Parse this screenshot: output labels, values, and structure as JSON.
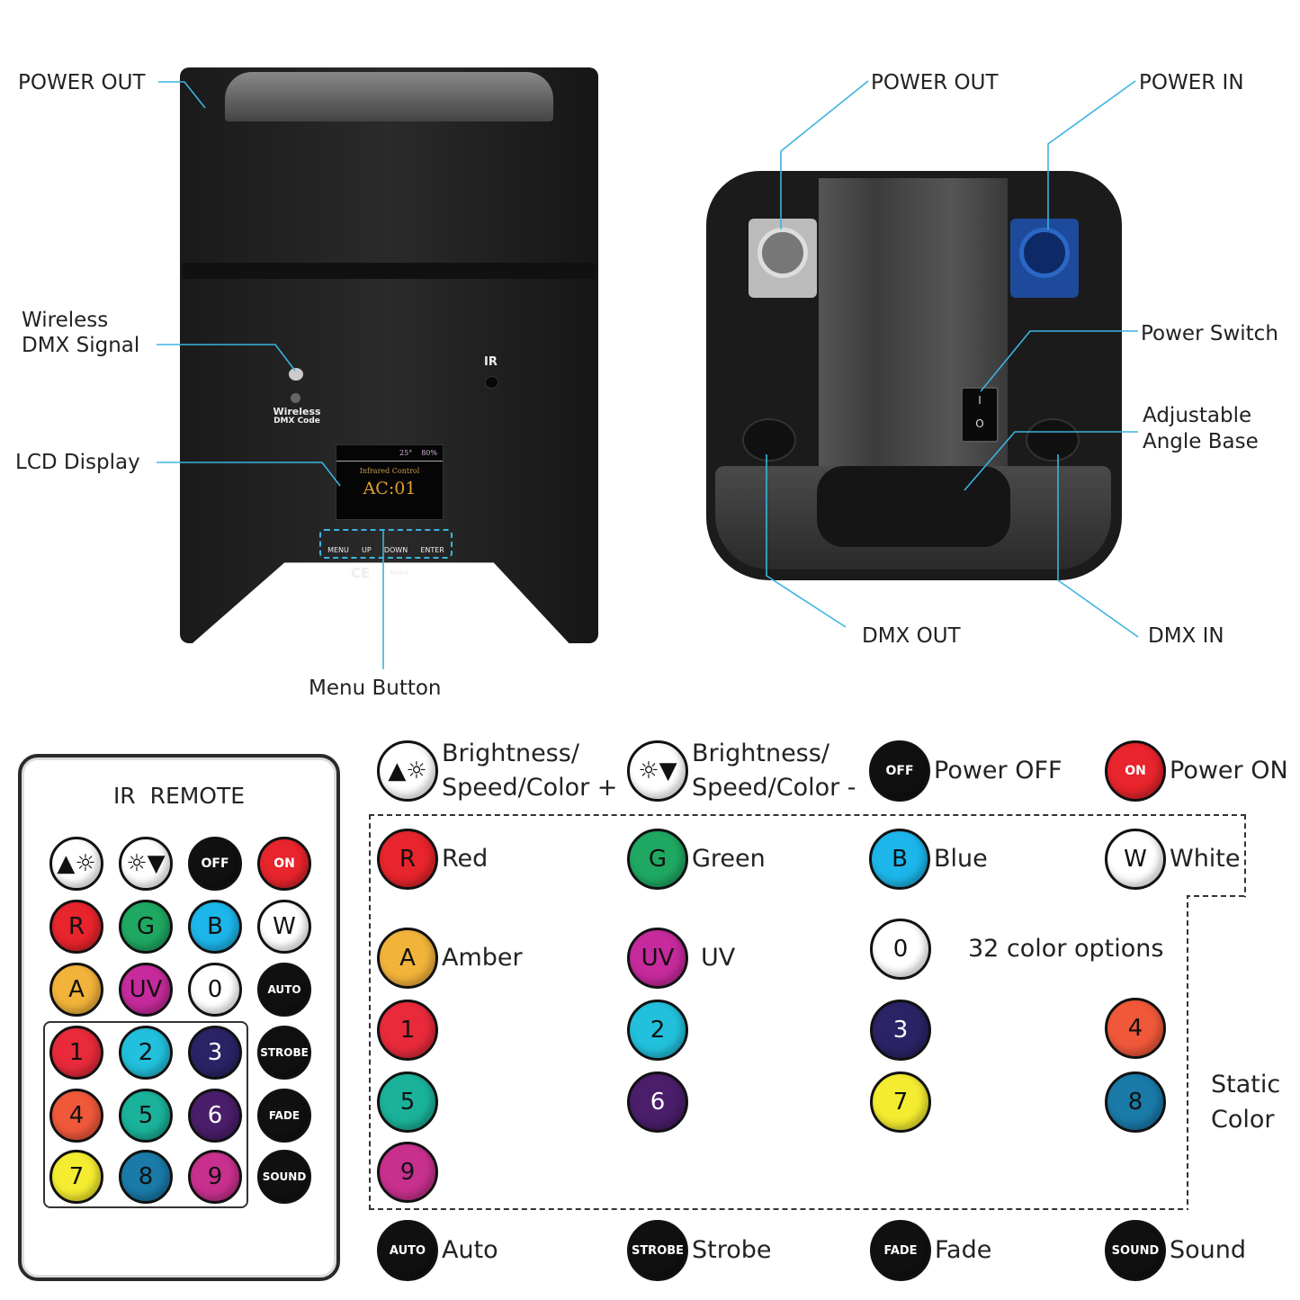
{
  "front_unit": {
    "labels": {
      "power_out": "POWER OUT",
      "wireless_dmx_signal_1": "Wireless",
      "wireless_dmx_signal_2": "DMX Signal",
      "lcd_display": "LCD Display",
      "menu_button": "Menu Button"
    },
    "wireless_code_1": "Wireless",
    "wireless_code_2": "DMX Code",
    "ir": "IR",
    "lcd": {
      "angle": "25°",
      "battery": "80%",
      "mode": "Infrared Control",
      "value": "AC:01"
    },
    "buttons": [
      "MENU",
      "UP",
      "DOWN",
      "ENTER"
    ],
    "certs": [
      "CE",
      "RoHS"
    ]
  },
  "bottom_unit": {
    "labels": {
      "power_out": "POWER OUT",
      "power_in": "POWER IN",
      "power_switch": "Power Switch",
      "angle_base_1": "Adjustable",
      "angle_base_2": "Angle Base",
      "dmx_out": "DMX OUT",
      "dmx_in": "DMX IN"
    }
  },
  "remote": {
    "title": "IR  REMOTE",
    "buttons": [
      {
        "key": "up",
        "text": "▲☼",
        "bg": "#ffffff"
      },
      {
        "key": "down",
        "text": "☼▼",
        "bg": "#ffffff"
      },
      {
        "key": "off",
        "text": "OFF",
        "bg": "#111111"
      },
      {
        "key": "on",
        "text": "ON",
        "bg": "#e8242c"
      },
      {
        "key": "r",
        "text": "R",
        "bg": "#e8242c"
      },
      {
        "key": "g",
        "text": "G",
        "bg": "#1fa862"
      },
      {
        "key": "b",
        "text": "B",
        "bg": "#1cb6ea"
      },
      {
        "key": "w",
        "text": "W",
        "bg": "#ffffff"
      },
      {
        "key": "a",
        "text": "A",
        "bg": "#f2b33a"
      },
      {
        "key": "uv",
        "text": "UV",
        "bg": "#c62a9c"
      },
      {
        "key": "0",
        "text": "0",
        "bg": "#ffffff"
      },
      {
        "key": "auto",
        "text": "AUTO",
        "bg": "#111111"
      },
      {
        "key": "1",
        "text": "1",
        "bg": "#e82a3a"
      },
      {
        "key": "2",
        "text": "2",
        "bg": "#22c0dc"
      },
      {
        "key": "3",
        "text": "3",
        "bg": "#2a2466"
      },
      {
        "key": "strobe",
        "text": "STROBE",
        "bg": "#111111"
      },
      {
        "key": "4",
        "text": "4",
        "bg": "#f0583a"
      },
      {
        "key": "5",
        "text": "5",
        "bg": "#1ab29a"
      },
      {
        "key": "6",
        "text": "6",
        "bg": "#4a1e6a"
      },
      {
        "key": "fade",
        "text": "FADE",
        "bg": "#111111"
      },
      {
        "key": "7",
        "text": "7",
        "bg": "#f4ec30"
      },
      {
        "key": "8",
        "text": "8",
        "bg": "#1a7aa8"
      },
      {
        "key": "9",
        "text": "9",
        "bg": "#c8308e"
      },
      {
        "key": "sound",
        "text": "SOUND",
        "bg": "#111111"
      }
    ]
  },
  "legend": [
    {
      "key": "up",
      "text": "▲☼",
      "bg": "#ffffff",
      "label": "Brightness/\nSpeed/Color +"
    },
    {
      "key": "down",
      "text": "☼▼",
      "bg": "#ffffff",
      "label": "Brightness/\nSpeed/Color -"
    },
    {
      "key": "off",
      "text": "OFF",
      "bg": "#111111",
      "label": "Power OFF"
    },
    {
      "key": "on",
      "text": "ON",
      "bg": "#e8242c",
      "label": "Power ON"
    },
    {
      "key": "r",
      "text": "R",
      "bg": "#e8242c",
      "label": "Red"
    },
    {
      "key": "g",
      "text": "G",
      "bg": "#1fa862",
      "label": "Green"
    },
    {
      "key": "b",
      "text": "B",
      "bg": "#1cb6ea",
      "label": "Blue"
    },
    {
      "key": "w",
      "text": "W",
      "bg": "#ffffff",
      "label": "White"
    },
    {
      "key": "a",
      "text": "A",
      "bg": "#f2b33a",
      "label": "Amber"
    },
    {
      "key": "uv",
      "text": "UV",
      "bg": "#c62a9c",
      "label": "UV"
    },
    {
      "key": "0",
      "text": "0",
      "bg": "#ffffff",
      "label": "32 color options"
    },
    {
      "key": "1",
      "text": "1",
      "bg": "#e82a3a",
      "label": ""
    },
    {
      "key": "2",
      "text": "2",
      "bg": "#22c0dc",
      "label": ""
    },
    {
      "key": "3",
      "text": "3",
      "bg": "#2a2466",
      "label": ""
    },
    {
      "key": "4",
      "text": "4",
      "bg": "#f0583a",
      "label": ""
    },
    {
      "key": "5",
      "text": "5",
      "bg": "#1ab29a",
      "label": ""
    },
    {
      "key": "6",
      "text": "6",
      "bg": "#4a1e6a",
      "label": ""
    },
    {
      "key": "7",
      "text": "7",
      "bg": "#f4ec30",
      "label": ""
    },
    {
      "key": "8",
      "text": "8",
      "bg": "#1a7aa8",
      "label": ""
    },
    {
      "key": "9",
      "text": "9",
      "bg": "#c8308e",
      "label": ""
    },
    {
      "key": "auto",
      "text": "AUTO",
      "bg": "#111111",
      "label": "Auto"
    },
    {
      "key": "strobe",
      "text": "STROBE",
      "bg": "#111111",
      "label": "Strobe"
    },
    {
      "key": "fade",
      "text": "FADE",
      "bg": "#111111",
      "label": "Fade"
    },
    {
      "key": "sound",
      "text": "SOUND",
      "bg": "#111111",
      "label": "Sound"
    }
  ],
  "static_color_1": "Static",
  "static_color_2": "Color",
  "line_color": "#3bb4e0"
}
